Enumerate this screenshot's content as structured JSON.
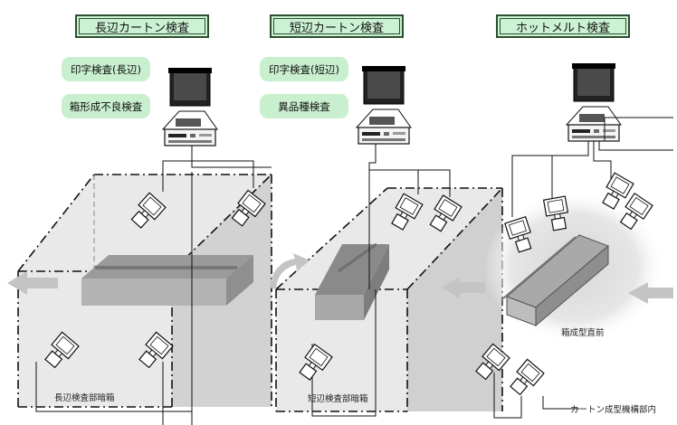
{
  "stations": [
    {
      "title": "長辺カートン検査"
    },
    {
      "title": "短辺カートン検査"
    },
    {
      "title": "ホットメルト検査"
    }
  ],
  "inspections": {
    "long_print": "印字検査(長辺)",
    "box_defect": "箱形成不良検査",
    "short_print": "印字検査(短辺)",
    "variety": "異品種検査"
  },
  "areas": {
    "long_dark_box": "長辺検査部暗箱",
    "short_dark_box": "短辺検査部暗箱",
    "before_forming": "箱成型直前",
    "carton_machine": "カートン成型機構部内"
  },
  "colors": {
    "title_fill": "#ccf2d4",
    "title_border": "#2b4f2f",
    "pill_fill": "#c8efce",
    "arrow": "#c4c4c4",
    "box_shade": "#e9e9e9",
    "carton_dark": "#8a8a8a"
  }
}
